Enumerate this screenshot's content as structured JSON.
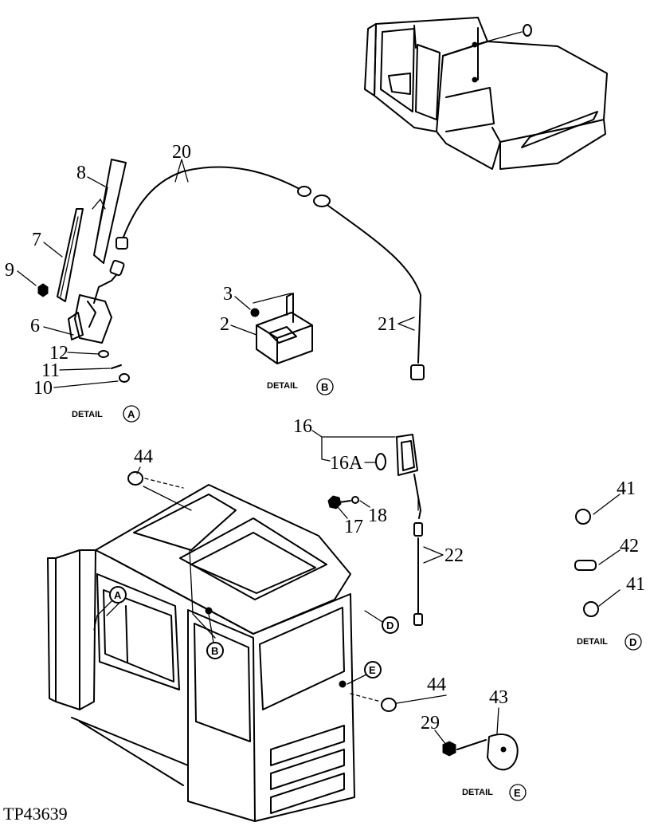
{
  "figure_id": "TP43639",
  "callouts": {
    "c20": "20",
    "c8": "8",
    "c7": "7",
    "c9": "9",
    "c6": "6",
    "c12": "12",
    "c11": "11",
    "c10": "10",
    "c3": "3",
    "c2": "2",
    "c21": "21",
    "c16": "16",
    "c16a": "16A",
    "c17": "17",
    "c18": "18",
    "c22": "22",
    "c44a": "44",
    "c44b": "44",
    "c41a": "41",
    "c42": "42",
    "c41b": "41",
    "c29": "29",
    "c43": "43"
  },
  "details": {
    "a": {
      "label": "DETAIL",
      "letter": "A"
    },
    "b": {
      "label": "DETAIL",
      "letter": "B"
    },
    "d": {
      "label": "DETAIL",
      "letter": "D"
    },
    "e": {
      "label": "DETAIL",
      "letter": "E"
    }
  },
  "cab_markers": {
    "a": "A",
    "b": "B",
    "d": "D",
    "e": "E"
  }
}
